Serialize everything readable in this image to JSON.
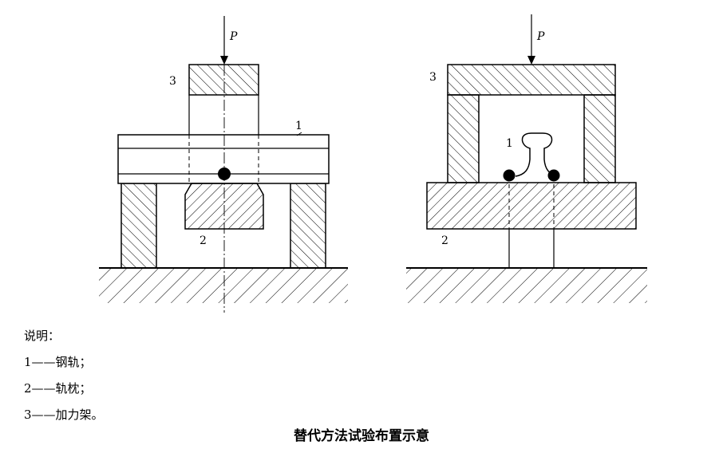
{
  "diagram": {
    "left": {
      "force_label": "P",
      "label_frame": "3",
      "label_rail": "1",
      "label_sleeper": "2"
    },
    "right": {
      "force_label": "P",
      "label_frame": "3",
      "label_rail": "1",
      "label_sleeper": "2"
    }
  },
  "legend": {
    "heading": "说明：",
    "items": [
      "1——钢轨；",
      "2——轨枕；",
      "3——加力架。"
    ]
  },
  "caption": "替代方法试验布置示意"
}
